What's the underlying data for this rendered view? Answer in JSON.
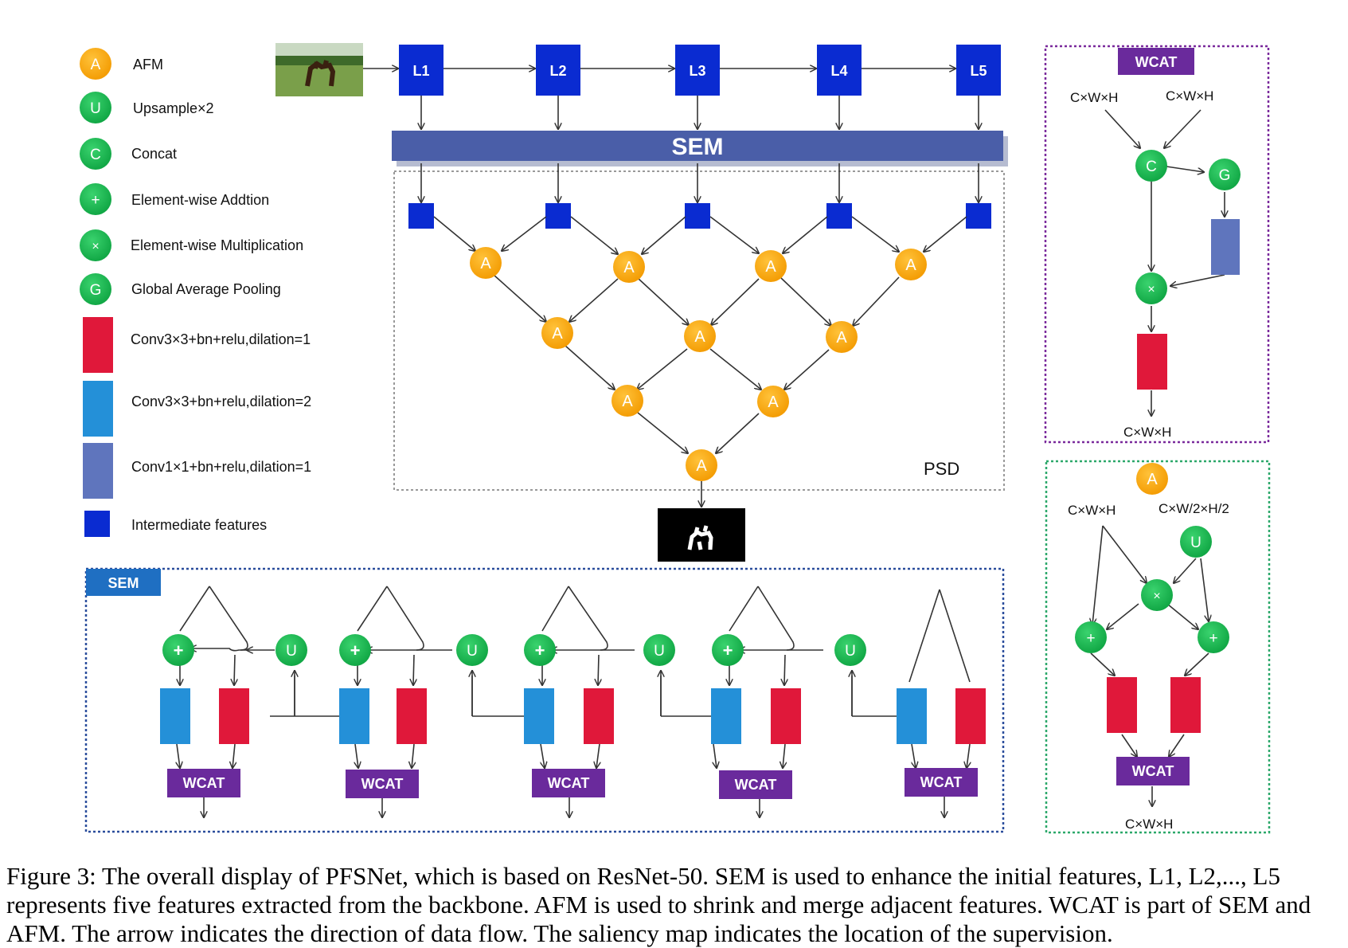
{
  "colors": {
    "orange": "#f5a20a",
    "green": "#12b24a",
    "dark_blue": "#0a2bd1",
    "sem_bar": "#4a5ea8",
    "red": "#e0183a",
    "light_blue": "#2490d8",
    "slate": "#5f75bd",
    "purple": "#6a2a9c",
    "sem_tag": "#1f6fc2"
  },
  "legend": {
    "items": [
      {
        "symbol": "A",
        "label": "AFM"
      },
      {
        "symbol": "U",
        "label": "Upsample×2"
      },
      {
        "symbol": "C",
        "label": "Concat"
      },
      {
        "symbol": "+",
        "label": "Element-wise Addtion"
      },
      {
        "symbol": "×",
        "label": "Element-wise Multiplication"
      },
      {
        "symbol": "G",
        "label": "Global Average Pooling"
      },
      {
        "symbol": "",
        "label": "Conv3×3+bn+relu,dilation=1"
      },
      {
        "symbol": "",
        "label": "Conv3×3+bn+relu,dilation=2"
      },
      {
        "symbol": "",
        "label": "Conv1×1+bn+relu,dilation=1"
      },
      {
        "symbol": "",
        "label": "Intermediate features"
      }
    ]
  },
  "backbone": {
    "levels": [
      "L1",
      "L2",
      "L3",
      "L4",
      "L5"
    ],
    "sem_label": "SEM"
  },
  "psd": {
    "label": "PSD",
    "node_symbol": "A"
  },
  "sem_detail": {
    "tag": "SEM",
    "add_symbol": "+",
    "up_symbol": "U",
    "wcat_label": "WCAT"
  },
  "wcat_detail": {
    "title": "WCAT",
    "in1": "C×W×H",
    "in2": "C×W×H",
    "concat": "C",
    "gap": "G",
    "mul": "×",
    "out": "C×W×H"
  },
  "afm_detail": {
    "symbol": "A",
    "in1": "C×W×H",
    "in2": "C×W/2×H/2",
    "up": "U",
    "mul": "×",
    "add": "+",
    "wcat_label": "WCAT",
    "out": "C×W×H"
  },
  "caption": "Figure 3: The overall display of PFSNet, which is based on ResNet-50. SEM is used to enhance the initial features, L1, L2,..., L5 represents five features extracted from the backbone. AFM is used to shrink and merge adjacent features. WCAT is part of SEM and AFM. The arrow indicates the direction of data flow. The saliency map indicates the location of the supervision."
}
